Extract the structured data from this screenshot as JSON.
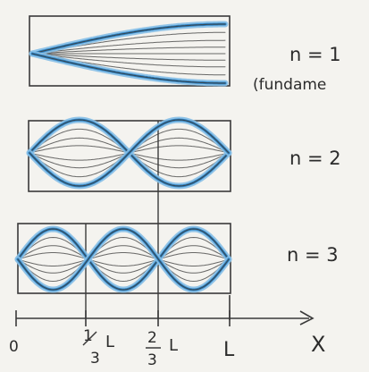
{
  "colors": {
    "paper": "#f4f3ef",
    "pencil": "#3a3a3a",
    "blue": "#2f86c8",
    "blue_light": "#86bfe7"
  },
  "panels": [
    {
      "n": 1,
      "label": "n = 1",
      "sublabel": "(fundame"
    },
    {
      "n": 2,
      "label": "n = 2",
      "sublabel": ""
    },
    {
      "n": 3,
      "label": "n = 3",
      "sublabel": ""
    }
  ],
  "axis": {
    "origin_label": "0",
    "third_num": "1",
    "third_den": "3",
    "third_L": "L",
    "two_thirds_num": "2",
    "two_thirds_den": "3",
    "two_thirds_L": "L",
    "end_label": "L",
    "x_label": "X"
  }
}
